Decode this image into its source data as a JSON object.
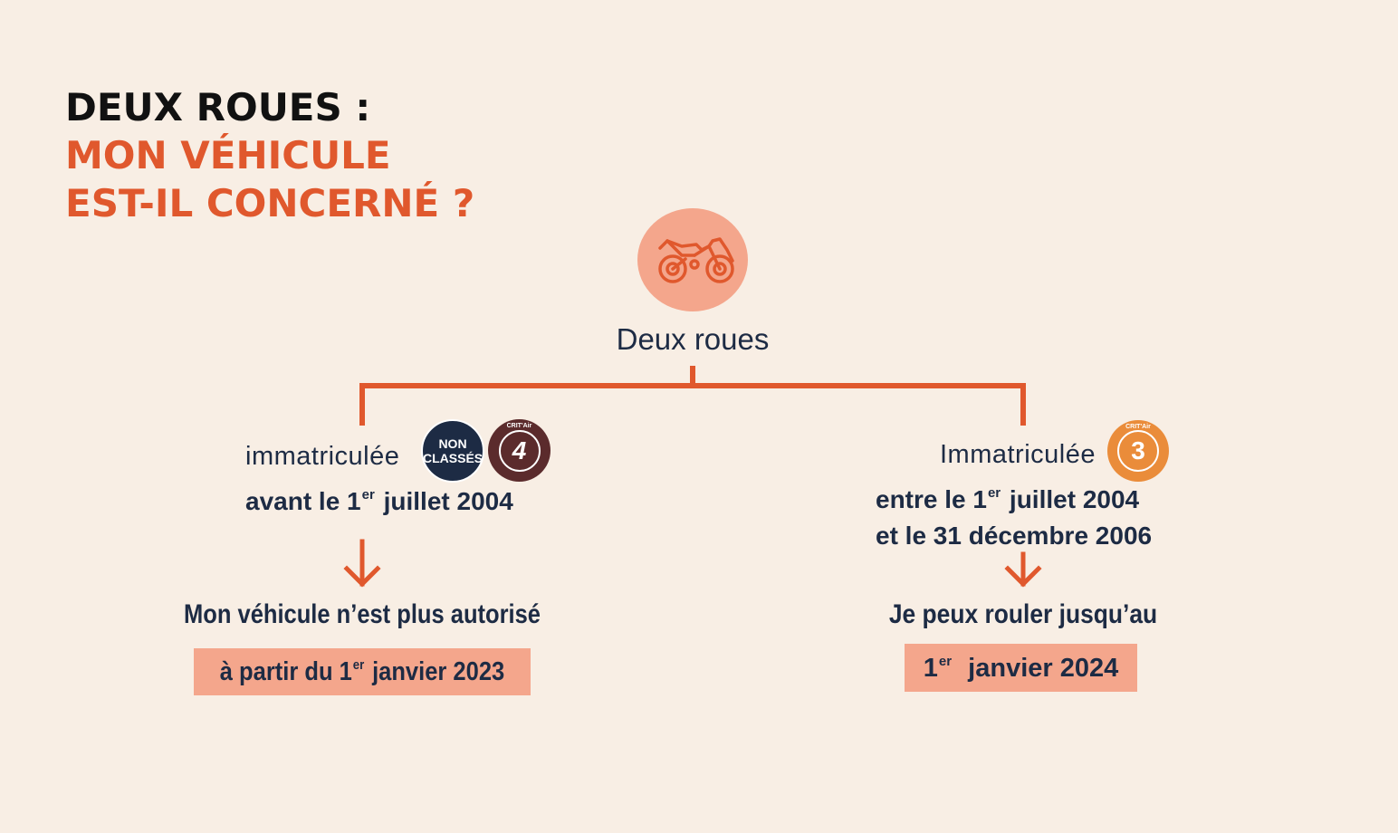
{
  "title": {
    "line1": "DEUX ROUES :",
    "line2": "MON VÉHICULE",
    "line3": "EST-IL CONCERNÉ ?"
  },
  "root": {
    "icon": "motorcycle-icon",
    "label": "Deux roues"
  },
  "left": {
    "registration": "immatriculée",
    "date_prefix": "avant le 1",
    "date_sup": "er",
    "date_suffix": " juillet 2004",
    "badges": [
      {
        "line1": "NON",
        "line2": "CLASSÉS",
        "color": "#1d2b44"
      },
      {
        "caption": "CRIT'Air",
        "number": "4",
        "color": "#5b2b2c"
      }
    ],
    "result": "Mon véhicule n’est plus autorisé",
    "box_prefix": "à partir du 1",
    "box_sup": "er",
    "box_suffix": " janvier 2023"
  },
  "right": {
    "registration": "Immatriculée",
    "date1_prefix": "entre le 1",
    "date1_sup": "er",
    "date1_suffix": " juillet 2004",
    "date2": "et le 31 décembre 2006",
    "badge": {
      "caption": "CRIT'Air",
      "number": "3",
      "color": "#ea8c3a"
    },
    "result": "Je peux rouler jusqu’au",
    "box_prefix": "1",
    "box_sup": "er",
    "box_suffix": "  janvier 2024"
  },
  "colors": {
    "background": "#f8eee4",
    "accent": "#e0582d",
    "navy": "#1d2b44",
    "salmon": "#f4a68c"
  }
}
